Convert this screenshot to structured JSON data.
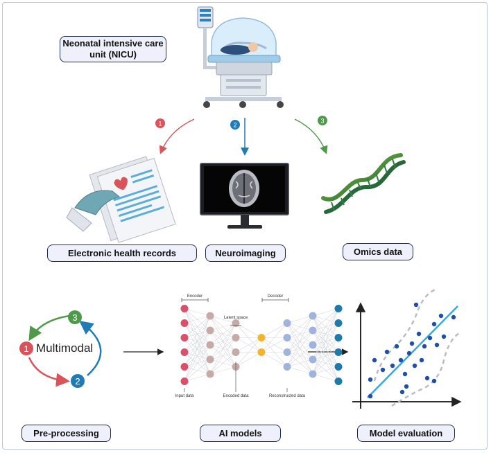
{
  "labels": {
    "nicu": "Neonatal intensive care unit (NICU)",
    "ehr": "Electronic health records",
    "neuro": "Neuroimaging",
    "omics": "Omics data",
    "preproc": "Pre-processing",
    "ai": "AI models",
    "eval": "Model evaluation"
  },
  "steps": [
    {
      "number": "1",
      "color": "#d9535b"
    },
    {
      "number": "2",
      "color": "#1f7bb6"
    },
    {
      "number": "3",
      "color": "#4f9a4a"
    }
  ],
  "multimodal": {
    "label": "Multimodal",
    "badges": [
      "1",
      "2",
      "3"
    ]
  },
  "network": {
    "encoder": "Encoder",
    "decoder": "Decoder",
    "latent": "Latent space",
    "input": "Input data",
    "encoded": "Encoded data",
    "reconstructed": "Reconstructed data",
    "layers": [
      {
        "count": 6,
        "color": "#d9506a"
      },
      {
        "count": 5,
        "color": "#c7aaa8"
      },
      {
        "count": 4,
        "color": "#c7aaa8"
      },
      {
        "count": 2,
        "color": "#f2b42a"
      },
      {
        "count": 4,
        "color": "#9fb3dd"
      },
      {
        "count": 5,
        "color": "#9fb3dd"
      },
      {
        "count": 6,
        "color": "#1e7aa8"
      }
    ]
  },
  "colors": {
    "navy": "#1f2a4d",
    "pill_fill": "#eef1fb",
    "scatter_dot": "#1f4fa8",
    "fit_line": "#35a9e0"
  }
}
